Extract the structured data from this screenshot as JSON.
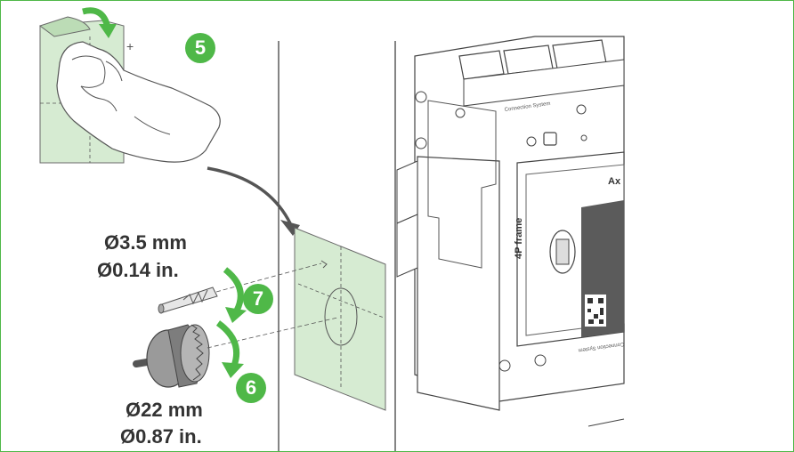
{
  "steps": {
    "peel": "5",
    "holesaw": "6",
    "drill": "7"
  },
  "drill_size": {
    "metric": "Ø3.5 mm",
    "imperial": "Ø0.14 in."
  },
  "holesaw_size": {
    "metric": "Ø22 mm",
    "imperial": "Ø0.87 in."
  },
  "device": {
    "frame_label": "4P frame",
    "connection_label": "Connection System",
    "brand_partial": "Ax",
    "bottom_label": "Connection System"
  },
  "colors": {
    "accent": "#4fb848",
    "template_fill": "#d6ebd2",
    "arrow_gray": "#555555",
    "line": "#333333"
  }
}
